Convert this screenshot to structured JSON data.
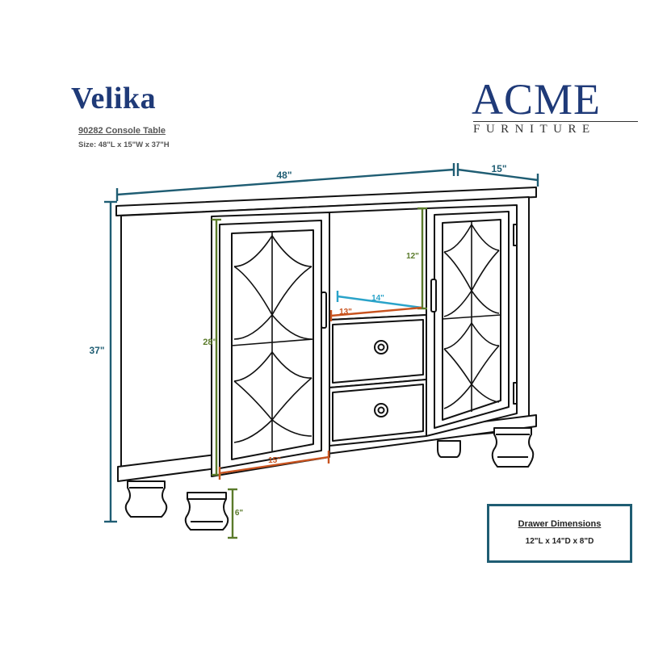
{
  "header": {
    "title": "Velika",
    "subtitle": "90282 Console Table",
    "size_line": "Size: 48\"L x 15\"W x 37\"H"
  },
  "brand": {
    "name": "ACME",
    "sub": "FURNITURE"
  },
  "dimensions": {
    "width": "48\"",
    "depth": "15\"",
    "height": "37\"",
    "door_height": "28\"",
    "door_width": "15\"",
    "shelf_height": "12\"",
    "shelf_depth": "14\"",
    "shelf_width": "13\"",
    "leg_height": "6\""
  },
  "drawer_box": {
    "title": "Drawer Dimensions",
    "value": "12\"L x 14\"D x 8\"D"
  },
  "colors": {
    "navy": "#1f3a78",
    "teal": "#1f5d73",
    "green": "#5a7a2a",
    "orange": "#c8531f",
    "cyan": "#2aa3c9"
  }
}
